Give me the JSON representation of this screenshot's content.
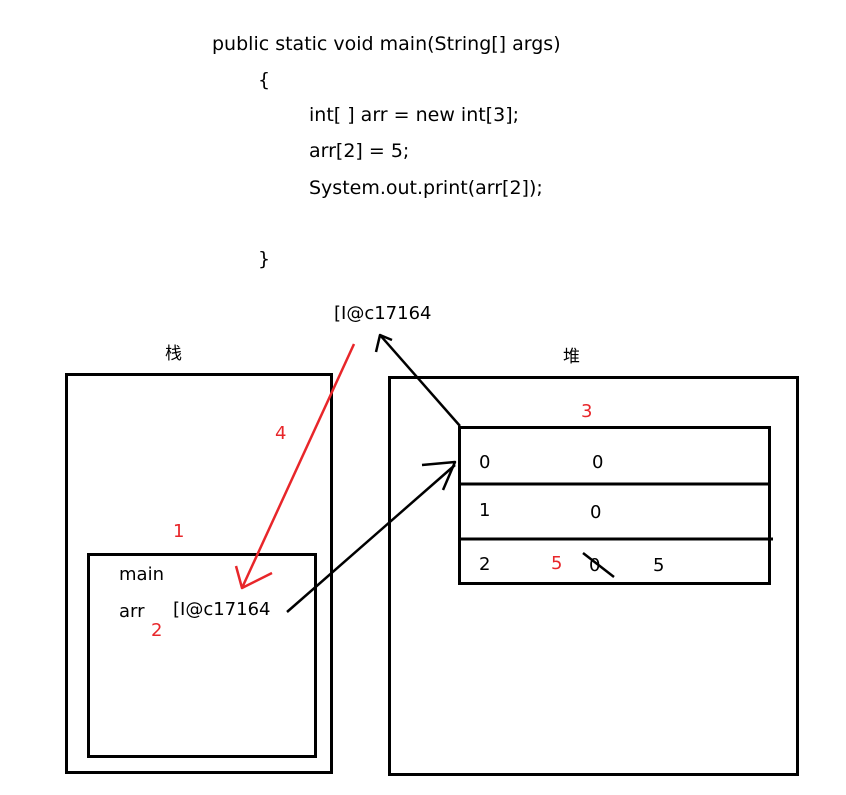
{
  "code": {
    "line1": "public static void main(String[] args)",
    "line2": "{",
    "line3": "int[ ] arr = new int[3];",
    "line4": "arr[2] = 5;",
    "line5": "System.out.print(arr[2]);",
    "line6": "}"
  },
  "printed_output": "[I@c17164",
  "stack": {
    "title": "栈",
    "step_label": "1",
    "frame_name": "main",
    "var_name": "arr",
    "var_value": "[I@c17164",
    "var_step_label": "2"
  },
  "heap": {
    "title": "堆",
    "step_label": "3",
    "rows": [
      {
        "index": "0",
        "value": "0"
      },
      {
        "index": "1",
        "value": "0"
      },
      {
        "index": "2",
        "step_label": "5",
        "old_value": "0",
        "value": "5"
      }
    ]
  },
  "print_step_label": "4",
  "colors": {
    "annotation": "#e8262a",
    "ink": "#000000"
  }
}
